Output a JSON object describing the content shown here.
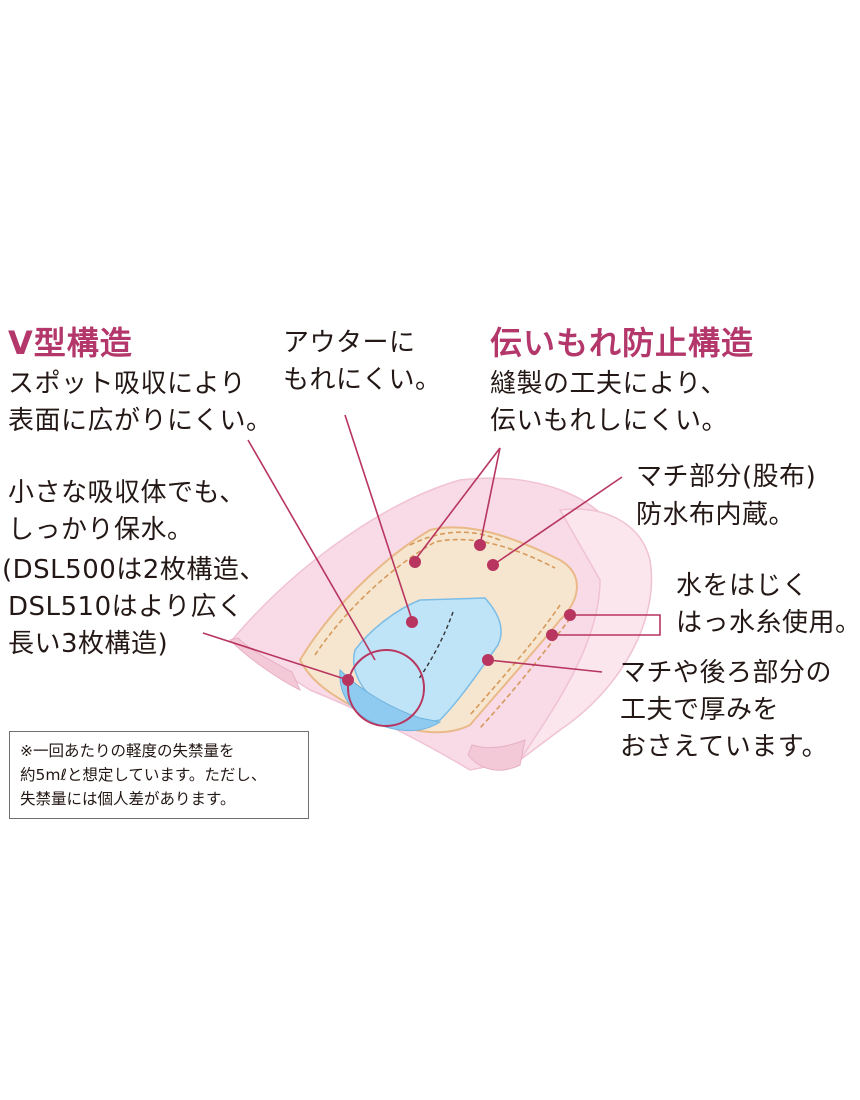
{
  "colors": {
    "accent": "#b3376a",
    "leader": "#b8355f",
    "text": "#231815",
    "pink": "#f6d4e1",
    "beige": "#f5e3cb",
    "blue": "#8fcbf0"
  },
  "sections": {
    "v_structure": {
      "heading": "V型構造",
      "lines": [
        "スポット吸収により",
        "表面に広がりにくい。"
      ]
    },
    "outer": {
      "lines": [
        "アウターに",
        "もれにくい。"
      ]
    },
    "leak_prevention": {
      "heading": "伝いもれ防止構造",
      "lines": [
        "縫製の工夫により、",
        "伝いもれしにくい。"
      ]
    },
    "absorber": {
      "lines": [
        "小さな吸収体でも、",
        "しっかり保水。",
        "(DSL500は2枚構造、",
        " DSL510はより広く",
        "長い3枚構造)"
      ]
    },
    "gusset": {
      "lines": [
        "マチ部分(股布)",
        "防水布内蔵。"
      ]
    },
    "water_repellent": {
      "lines": [
        "水をはじく",
        "はっ水糸使用。"
      ]
    },
    "thickness": {
      "lines": [
        "マチや後ろ部分の",
        "工夫で厚みを",
        "おさえています。"
      ]
    }
  },
  "note": {
    "lines": [
      "※一回あたりの軽度の失禁量を",
      "約5mℓと想定しています。ただし、",
      "失禁量には個人差があります。"
    ]
  }
}
